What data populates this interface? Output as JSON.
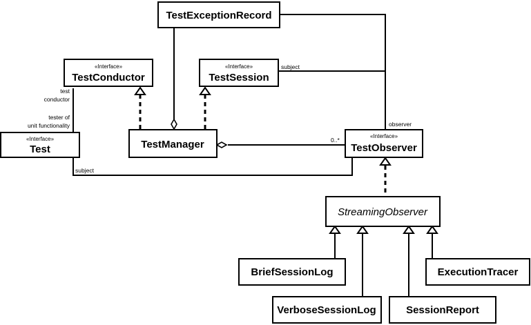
{
  "classes": {
    "test_exception_record": {
      "name": "TestExceptionRecord"
    },
    "test_conductor": {
      "stereotype": "«Interface»",
      "name": "TestConductor"
    },
    "test_session": {
      "stereotype": "«Interface»",
      "name": "TestSession"
    },
    "test": {
      "stereotype": "«Interface»",
      "name": "Test"
    },
    "test_manager": {
      "name": "TestManager"
    },
    "test_observer": {
      "stereotype": "«Interface»",
      "name": "TestObserver"
    },
    "streaming_observer": {
      "name": "StreamingObserver"
    },
    "brief_session_log": {
      "name": "BriefSessionLog"
    },
    "execution_tracer": {
      "name": "ExecutionTracer"
    },
    "verbose_session_log": {
      "name": "VerboseSessionLog"
    },
    "session_report": {
      "name": "SessionReport"
    }
  },
  "roles": {
    "test_conductor_1": "test",
    "test_conductor_2": "conductor",
    "tester_of_1": "tester of",
    "tester_of_2": "unit functionality",
    "session_subject": "subject",
    "observer": "observer",
    "multiplicity": "0..*",
    "test_subject": "subject"
  }
}
